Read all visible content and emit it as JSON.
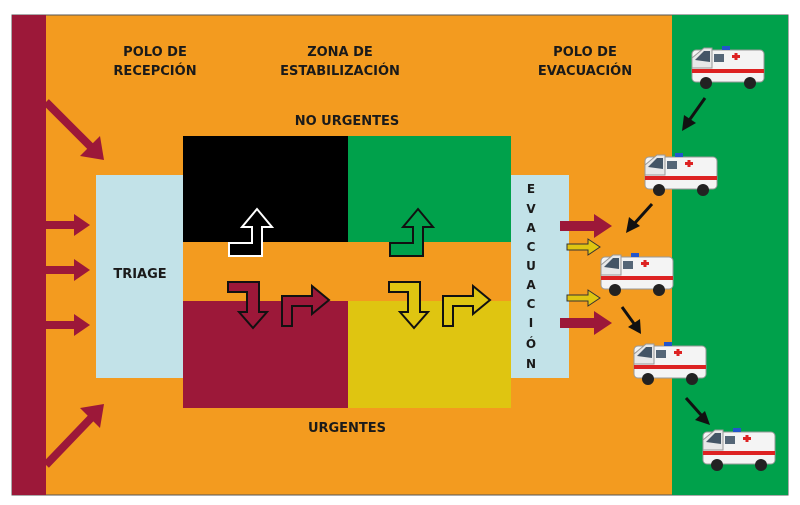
{
  "labels": {
    "reception_1": "POLO DE",
    "reception_2": "RECEPCIÓN",
    "stabilization_1": "ZONA DE",
    "stabilization_2": "ESTABILIZACIÓN",
    "evacuation_pole_1": "POLO DE",
    "evacuation_pole_2": "EVACUACIÓN",
    "non_urgent": "NO URGENTES",
    "urgent": "URGENTES",
    "triage": "TRIAGE",
    "evacuation_letters": [
      "E",
      "V",
      "A",
      "C",
      "U",
      "A",
      "C",
      "I",
      "Ó",
      "N"
    ]
  },
  "colors": {
    "orange": "#f39b1f",
    "maroon": "#9c1839",
    "green": "#00a14b",
    "black": "#000000",
    "yellow": "#dfc511",
    "light_blue": "#c2e2e8"
  }
}
